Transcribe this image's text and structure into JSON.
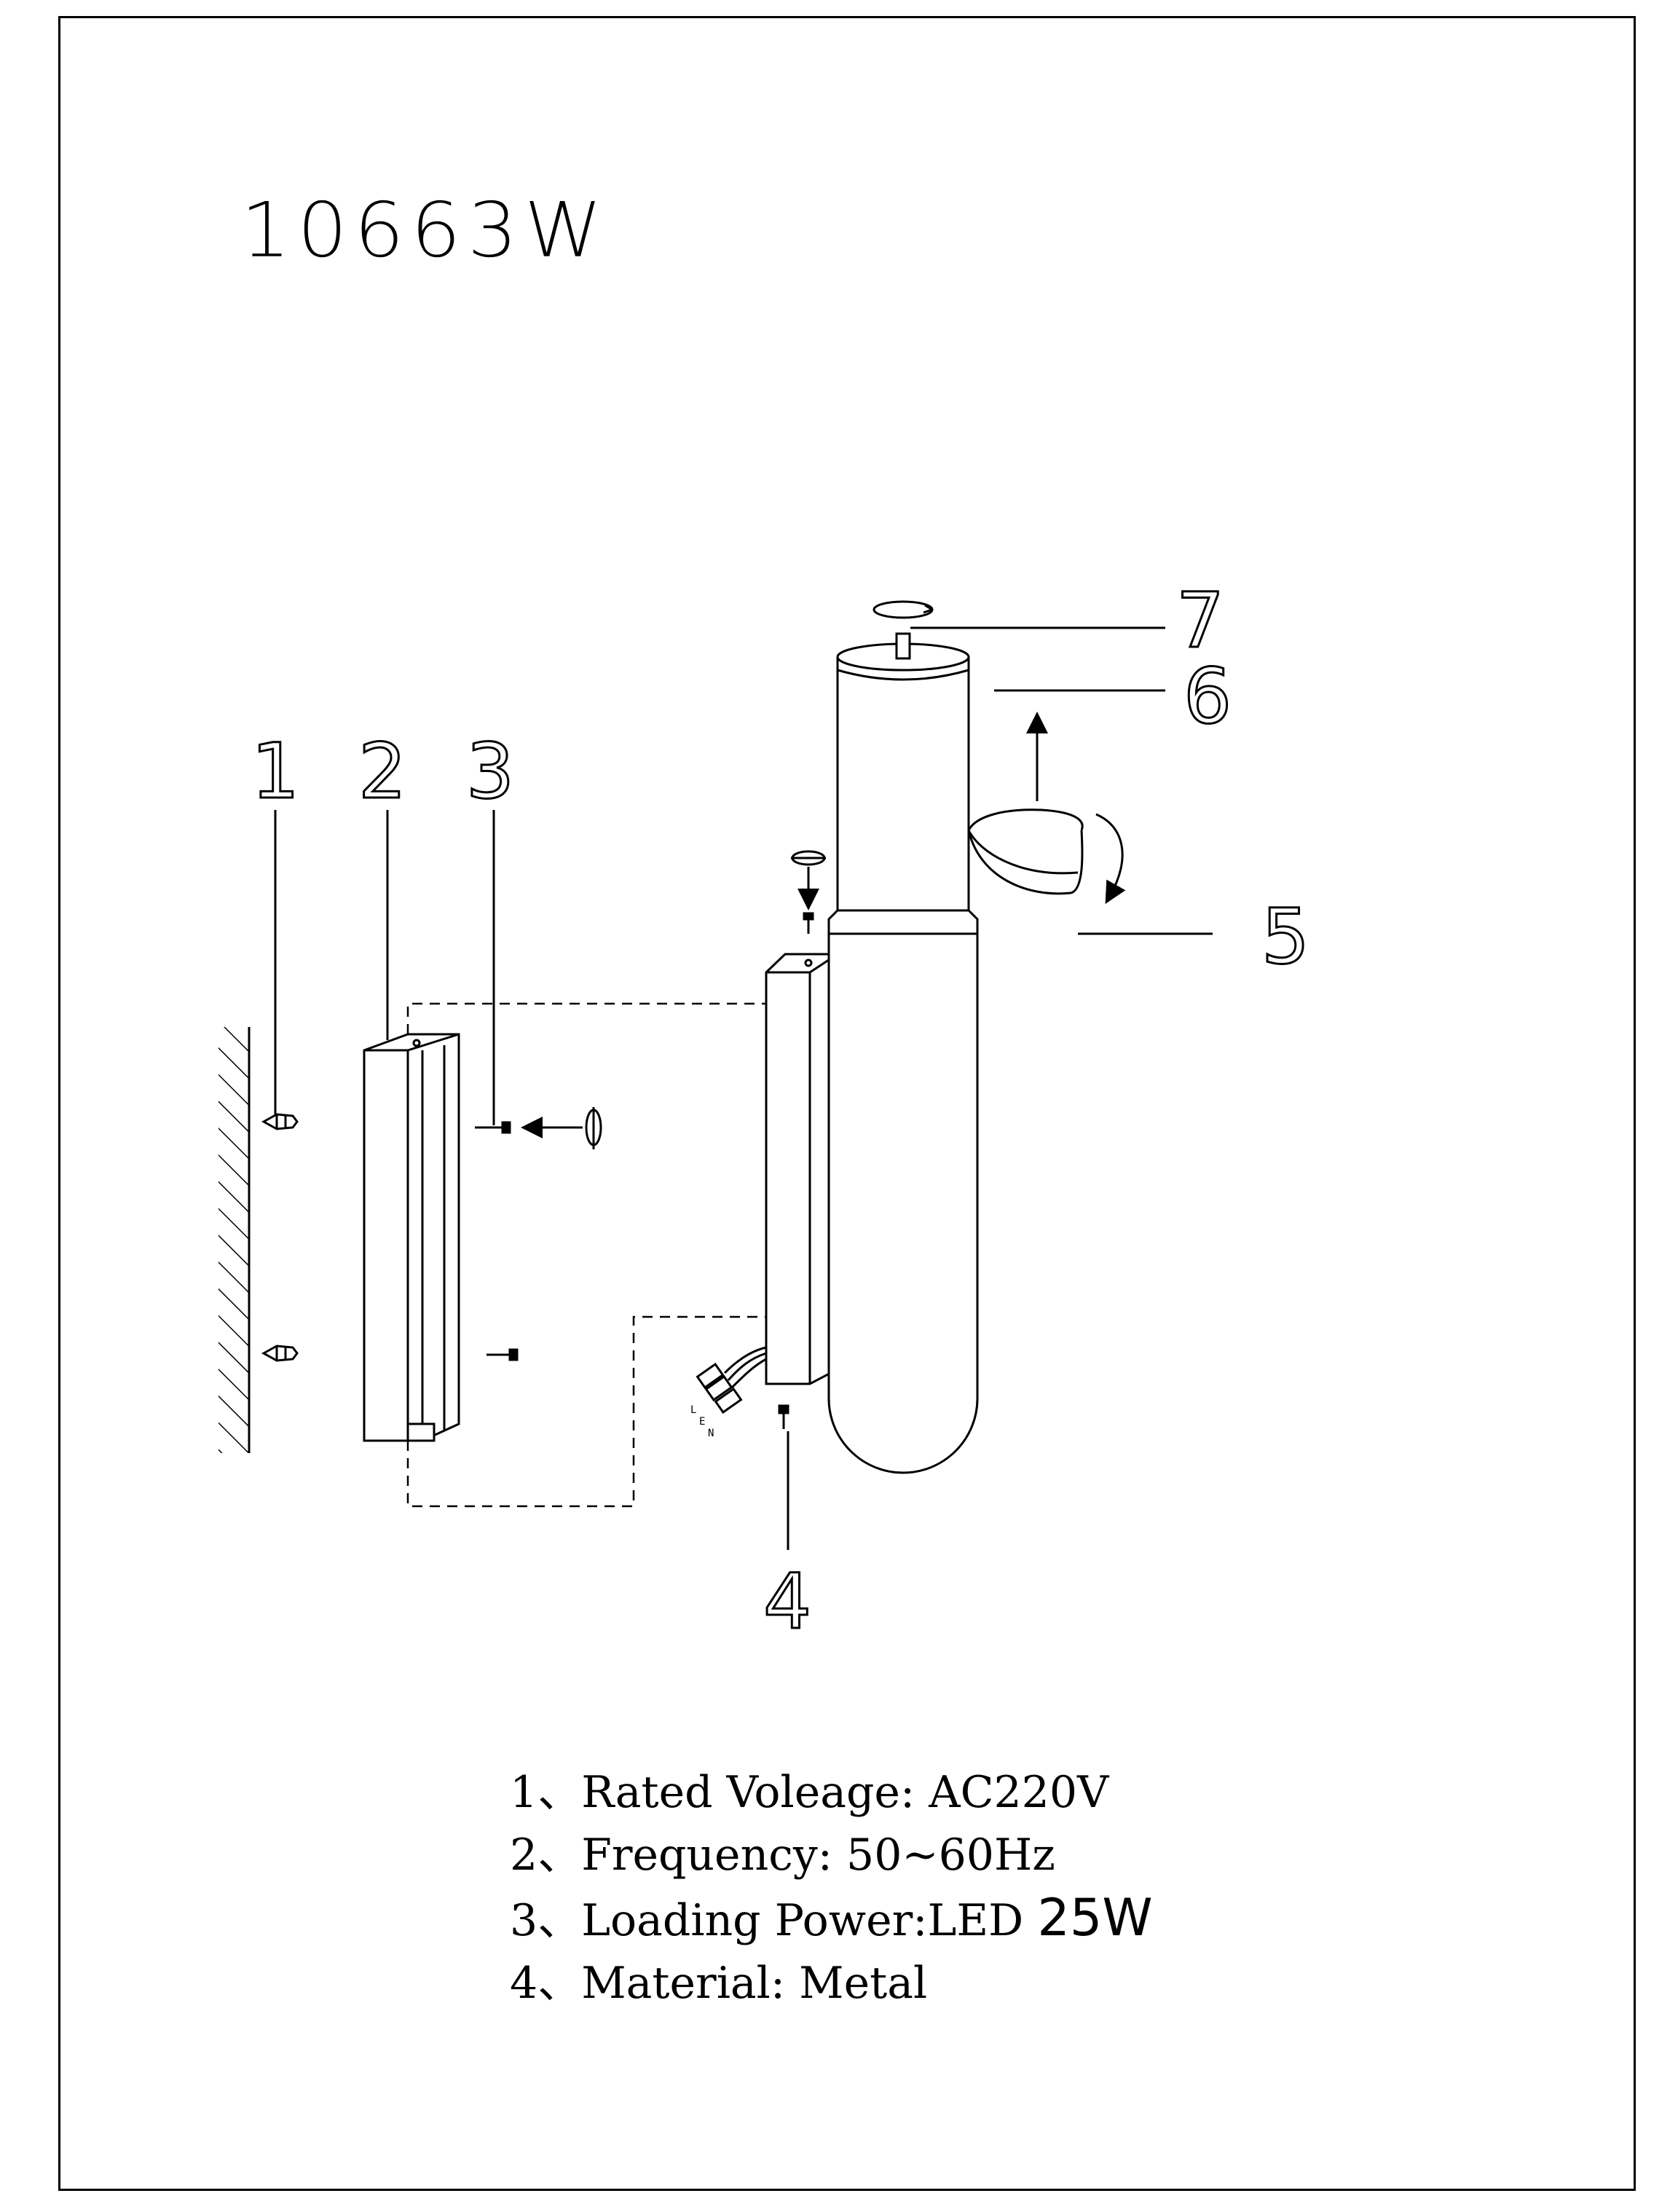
{
  "model_number": "10663W",
  "part_labels": [
    "1",
    "2",
    "3",
    "4",
    "5",
    "6",
    "7"
  ],
  "wire_labels": [
    "L",
    "E",
    "N"
  ],
  "specs": [
    {
      "index": "1、",
      "label": "Rated Voleage:",
      "value": "AC220V",
      "value_suffix": ""
    },
    {
      "index": "2、",
      "label": "Frequency:",
      "value": "50~60Hz",
      "value_suffix": ""
    },
    {
      "index": "3、",
      "label": "Loading Power:",
      "value": "LED",
      "value_suffix": "25W"
    },
    {
      "index": "4、",
      "label": "Material:",
      "value": "Metal",
      "value_suffix": ""
    }
  ]
}
